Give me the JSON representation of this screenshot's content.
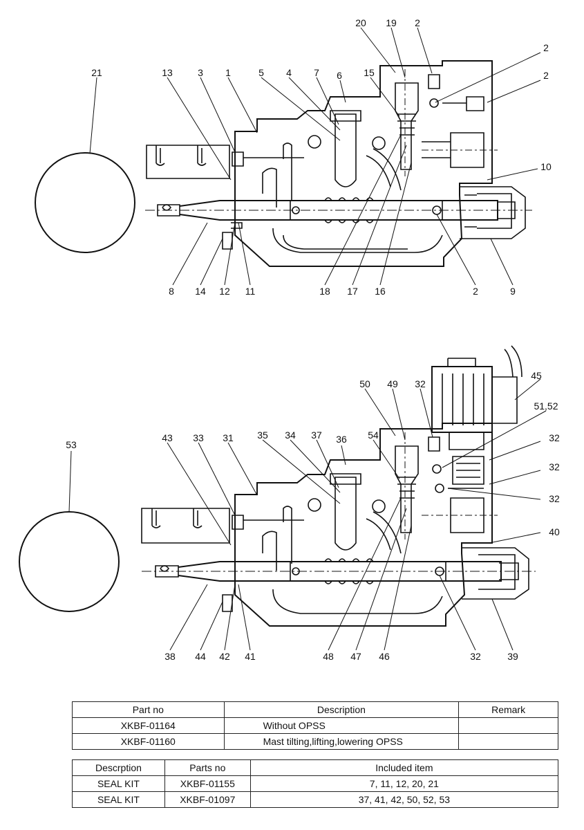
{
  "callouts_top": [
    "21",
    "13",
    "3",
    "1",
    "5",
    "4",
    "7",
    "6",
    "15",
    "20",
    "19",
    "2",
    "2",
    "2",
    "10",
    "8",
    "14",
    "12",
    "11",
    "18",
    "17",
    "16",
    "2",
    "9"
  ],
  "callouts_bottom": [
    "53",
    "43",
    "33",
    "31",
    "35",
    "34",
    "37",
    "36",
    "54",
    "50",
    "49",
    "32",
    "45",
    "51,52",
    "32",
    "32",
    "32",
    "40",
    "38",
    "44",
    "42",
    "41",
    "48",
    "47",
    "46",
    "32",
    "39"
  ],
  "parts_table": {
    "headers": [
      "Part no",
      "Description",
      "Remark"
    ],
    "rows": [
      [
        "XKBF-01164",
        "Without OPSS",
        ""
      ],
      [
        "XKBF-01160",
        "Mast tilting,lifting,lowering OPSS",
        ""
      ]
    ]
  },
  "kit_table": {
    "headers": [
      "Descrption",
      "Parts no",
      "Included item"
    ],
    "rows": [
      [
        "SEAL KIT",
        "XKBF-01155",
        "7, 11, 12, 20, 21"
      ],
      [
        "SEAL KIT",
        "XKBF-01097",
        "37, 41, 42, 50, 52, 53"
      ]
    ]
  }
}
